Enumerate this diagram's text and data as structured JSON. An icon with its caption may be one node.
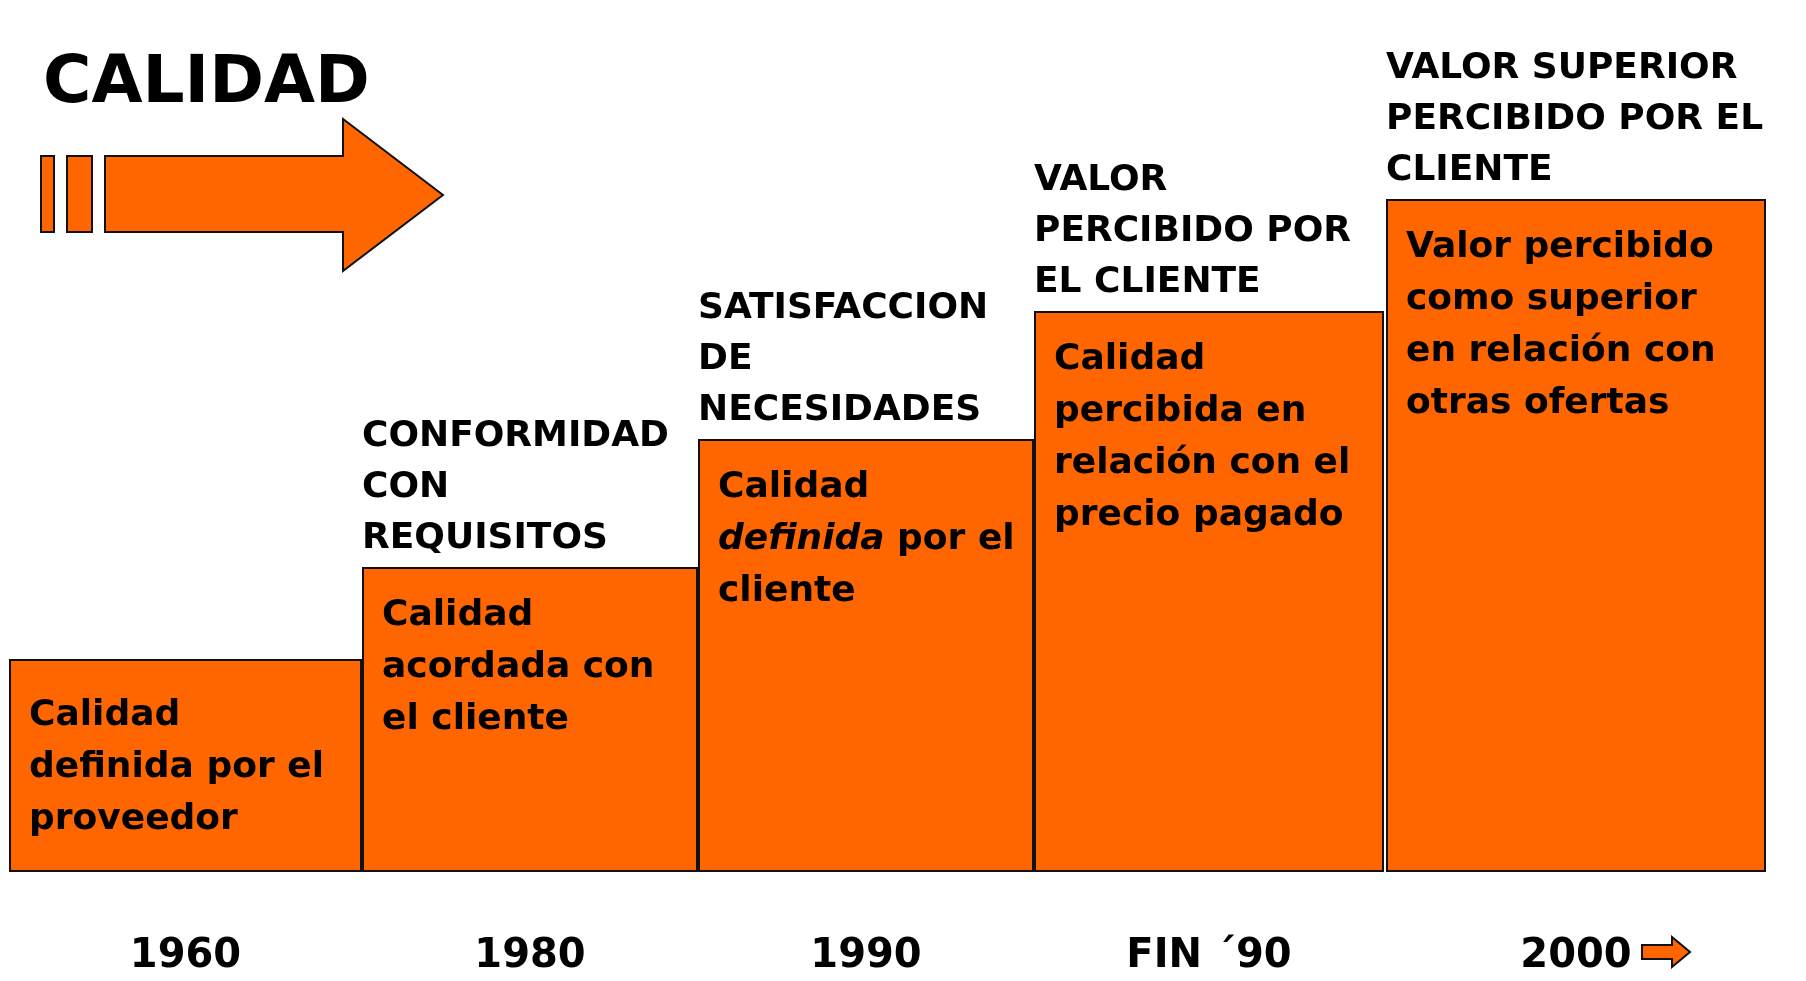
{
  "diagram": {
    "title": "CALIDAD",
    "nodes": [
      {
        "text": [
          "Calidad definida por el proveedor"
        ],
        "beside": [
          "1960"
        ]
      },
      {
        "text": [
          "CONFORMIDAD CON REQUISITOS",
          "Calidad acordada con el cliente"
        ],
        "beside": [
          "1980"
        ]
      },
      {
        "text": [
          "SATISFACCION DE NECESIDADES",
          "Calidad *definida* por el cliente"
        ],
        "beside": [
          "1990"
        ]
      },
      {
        "text": [
          "VALOR PERCIBIDO POR EL CLIENTE",
          "Calidad percibida en relación con el precio pagado"
        ],
        "beside": [
          "FIN ´90"
        ]
      },
      {
        "text": [
          "VALOR SUPERIOR PERCIBIDO POR EL CLIENTE",
          "Valor percibido como superior en relación con otras ofertas"
        ],
        "beside": [
          "2000"
        ]
      }
    ]
  }
}
